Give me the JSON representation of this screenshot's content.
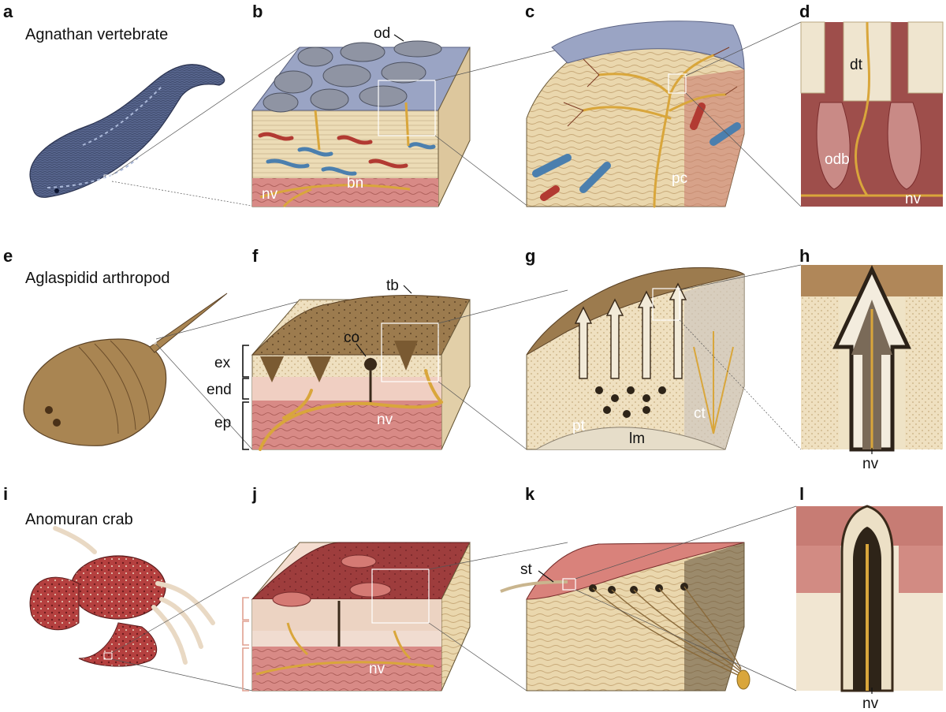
{
  "panels": {
    "a": "a",
    "b": "b",
    "c": "c",
    "d": "d",
    "e": "e",
    "f": "f",
    "g": "g",
    "h": "h",
    "i": "i",
    "j": "j",
    "k": "k",
    "l": "l"
  },
  "rows": {
    "agnathan": "Agnathan vertebrate",
    "aglaspidid": "Aglaspidid arthropod",
    "anomuran": "Anomuran crab"
  },
  "labels": {
    "od": "od",
    "bn": "bn",
    "nv": "nv",
    "pc": "pc",
    "dt": "dt",
    "odb": "odb",
    "tb": "tb",
    "co": "co",
    "ex": "ex",
    "end": "end",
    "ep": "ep",
    "pt": "pt",
    "lm": "lm",
    "ct": "ct",
    "st": "st"
  },
  "colors": {
    "vertebrate_blue": "#5b6a93",
    "bone_cream": "#ecdcb6",
    "dentine_grey": "#9aa4b6",
    "tissue_red": "#b7635a",
    "nerve_gold": "#d9a63b",
    "vessel_blue": "#4b7fae",
    "arthropod_brown": "#a98552",
    "cuticle_tan": "#efe0c0",
    "crab_red": "#a8393b",
    "crab_cream": "#eee3d0"
  }
}
